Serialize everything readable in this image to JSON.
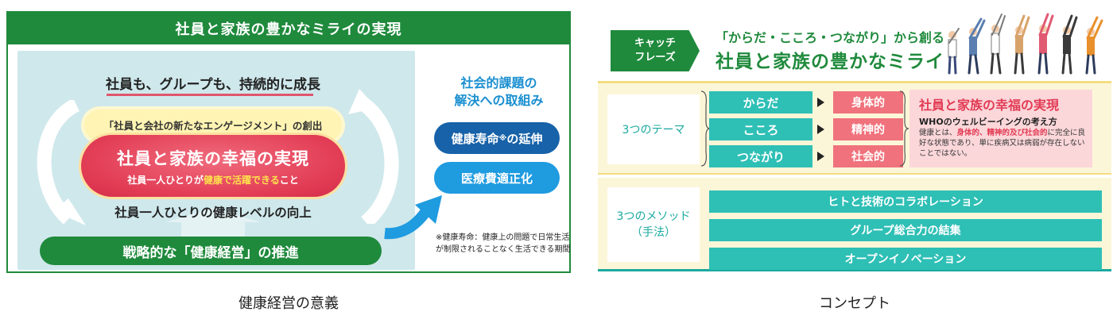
{
  "left": {
    "header": "社員と家族の豊かなミライの実現",
    "growth": "社員も、グループも、持続的に成長",
    "engagement": "「社員と会社の新たなエンゲージメント」の創出",
    "happiness_title": "社員と家族の幸福の実現",
    "happiness_sub_1": "社員一人ひとりが",
    "happiness_sub_2": "健康で活躍できる",
    "happiness_sub_3": "こと",
    "health_level": "社員一人ひとりの健康レベルの向上",
    "strategic": "戦略的な「健康経営」の推進",
    "issues_title_1": "社会的課題の",
    "issues_title_2": "解決への取組み",
    "btn_healthy_life_1": "健康寿命",
    "btn_healthy_life_mark": "※",
    "btn_healthy_life_2": "の延伸",
    "btn_medical": "医療費適正化",
    "footnote": "※健康寿命：健康上の問題で日常生活が制限されることなく生活できる期間",
    "colors": {
      "green": "#1f8a3c",
      "red": "#e23c55",
      "navy": "#1762a8",
      "blue": "#1f9be0",
      "light": "#cfe8ec"
    }
  },
  "right": {
    "catch_tab_1": "キャッチ",
    "catch_tab_2": "フレーズ",
    "catch_line1": "「からだ・こころ・つながり」から創る",
    "catch_line2": "社員と家族の豊かなミライ",
    "themes_label": "3つのテーマ",
    "themes": [
      "からだ",
      "こころ",
      "つながり"
    ],
    "wellbeing": [
      "身体的",
      "精神的",
      "社会的"
    ],
    "who_title": "社員と家族の幸福の実現",
    "who_sub": "WHOのウェルビーイングの考え方",
    "who_desc_1": "健康とは、",
    "who_desc_red": "身体的、精神的及び社会的",
    "who_desc_2": "に完全に良好な状態であり、単に疾病又は病弱が存在しないことではない。",
    "methods_label_1": "3つのメソッド",
    "methods_label_2": "（手法）",
    "methods": [
      "ヒトと技術のコラボレーション",
      "グループ総合力の結集",
      "オープンイノベーション"
    ],
    "colors": {
      "teal": "#2ebfb5",
      "pink": "#f0727c",
      "cream": "#fcf6d8"
    }
  },
  "captions": {
    "left": "健康経営の意義",
    "right": "コンセプト"
  }
}
